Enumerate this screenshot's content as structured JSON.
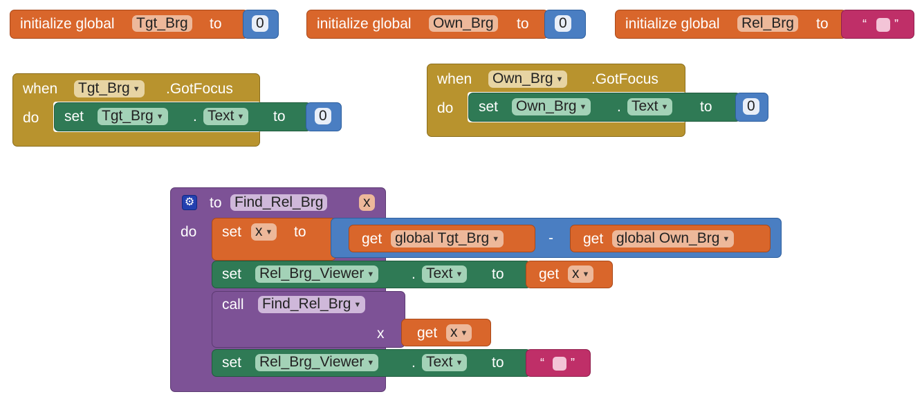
{
  "tokens": {
    "initialize_global": "initialize global",
    "to": "to",
    "when": "when",
    "do": "do",
    "set": "set",
    "get": "get",
    "call": "call",
    "dot": ".",
    "minus": "-",
    "open_quote": "“",
    "close_quote": "”",
    "gotfocus": ".GotFocus",
    "text": "Text"
  },
  "globals": [
    {
      "name": "Tgt_Brg",
      "value": "0"
    },
    {
      "name": "Own_Brg",
      "value": "0"
    },
    {
      "name": "Rel_Brg",
      "value": ""
    }
  ],
  "events": [
    {
      "component": "Tgt_Brg",
      "set_component": "Tgt_Brg",
      "value": "0"
    },
    {
      "component": "Own_Brg",
      "set_component": "Own_Brg",
      "value": "0"
    }
  ],
  "procedure": {
    "name": "Find_Rel_Brg",
    "param": "x",
    "set_var": "x",
    "minuend": "global Tgt_Brg",
    "subtrahend": "global Own_Brg",
    "viewer": "Rel_Brg_Viewer",
    "get_var": "x",
    "call_name": "Find_Rel_Brg",
    "call_arg_label": "x",
    "call_arg_var": "x",
    "viewer2": "Rel_Brg_Viewer"
  },
  "colors": {
    "variables": "#d9662b",
    "math": "#4a7ec2",
    "text": "#bf2f68",
    "events": "#b8932e",
    "components": "#2f7a55",
    "procedures": "#7d5296"
  },
  "icons": {
    "gear": "gear-icon",
    "dropdown": "dropdown-arrow-icon"
  }
}
